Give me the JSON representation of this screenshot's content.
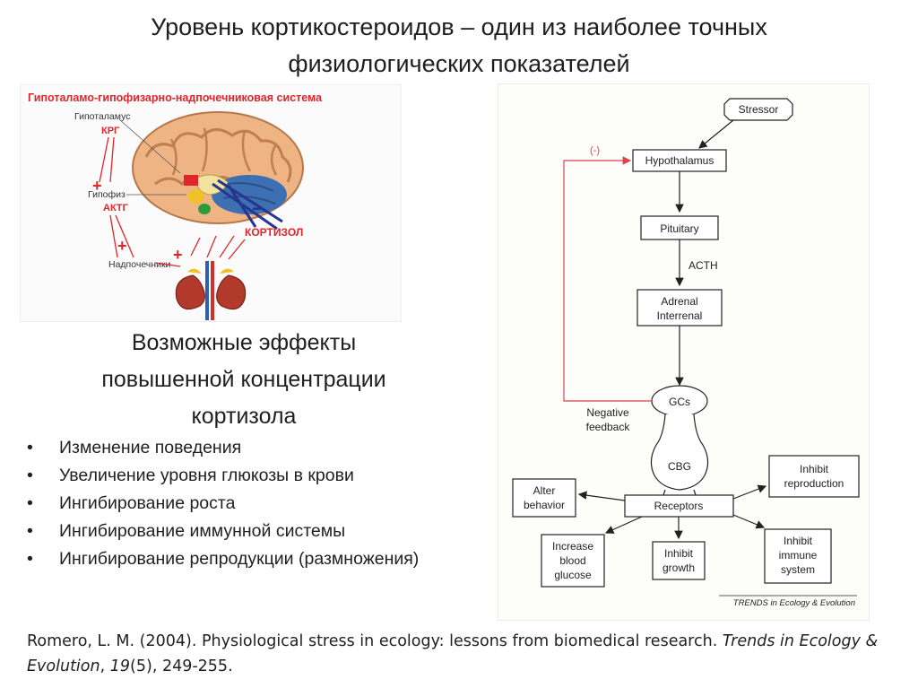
{
  "slide": {
    "title_line1": "Уровень кортикостероидов – один из наиболее точных",
    "title_line2": "физиологических показателей",
    "subtitle_line1": "Возможные эффекты",
    "subtitle_line2": "повышенной концентрации",
    "subtitle_line3": "кортизола",
    "effects": [
      "Изменение поведения",
      "Увеличение уровня глюкозы в крови",
      "Ингибирование роста",
      "Ингибирование иммунной системы",
      "Ингибирование репродукции (размножения)"
    ]
  },
  "brain_figure": {
    "heading": "Гипоталамо-гипофизарно-надпочечниковая система",
    "hypothalamus": "Гипоталамус",
    "crh": "КРГ",
    "pituitary": "Гипофиз",
    "acth": "АКТГ",
    "adrenals": "Надпочечники",
    "cortisol": "КОРТИЗОЛ",
    "plus": "+",
    "minus": "−"
  },
  "flowchart": {
    "stressor": "Stressor",
    "inhibit_label": "(-)",
    "hypothalamus": "Hypothalamus",
    "pituitary": "Pituitary",
    "acth": "ACTH",
    "adrenal_1": "Adrenal",
    "adrenal_2": "Interrenal",
    "gcs": "GCs",
    "negative_1": "Negative",
    "negative_2": "feedback",
    "cbg": "CBG",
    "receptors": "Receptors",
    "alter_1": "Alter",
    "alter_2": "behavior",
    "repro_1": "Inhibit",
    "repro_2": "reproduction",
    "glucose_1": "Increase",
    "glucose_2": "blood",
    "glucose_3": "glucose",
    "growth_1": "Inhibit",
    "growth_2": "growth",
    "immune_1": "Inhibit",
    "immune_2": "immune",
    "immune_3": "system",
    "source": "TRENDS in Ecology & Evolution"
  },
  "citation": {
    "text": "Romero, L. M. (2004). Physiological stress in ecology: lessons from biomedical research.",
    "journal": "Trends in Ecology & Evolution",
    "volume": "19",
    "rest": "(5), 249-255."
  },
  "colors": {
    "feedback_red": "#d9434a",
    "brain_red": "#e0262b"
  }
}
